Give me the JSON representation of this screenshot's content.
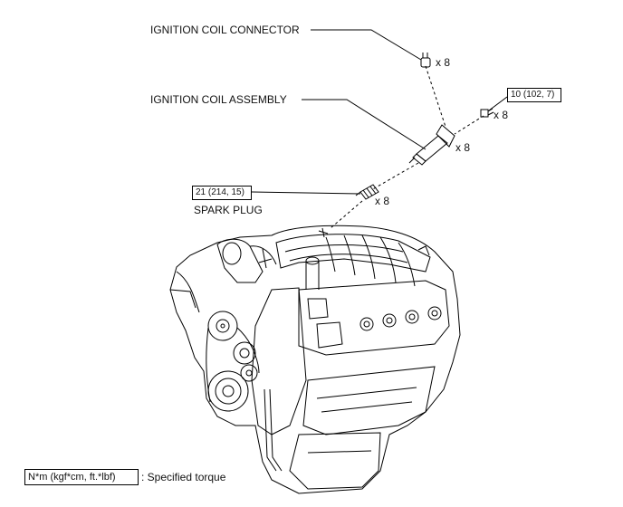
{
  "labels": {
    "connector": "IGNITION COIL CONNECTOR",
    "coil_assembly": "IGNITION COIL ASSEMBLY",
    "spark_plug": "SPARK PLUG"
  },
  "quantities": {
    "connector": "x 8",
    "bolt": "x 8",
    "coil": "x 8",
    "plug": "x 8"
  },
  "torques": {
    "bolt": "10 (102, 7)",
    "plug": "21 (214, 15)"
  },
  "legend": {
    "box": "N*m (kgf*cm, ft.*lbf)",
    "text": ": Specified torque"
  }
}
